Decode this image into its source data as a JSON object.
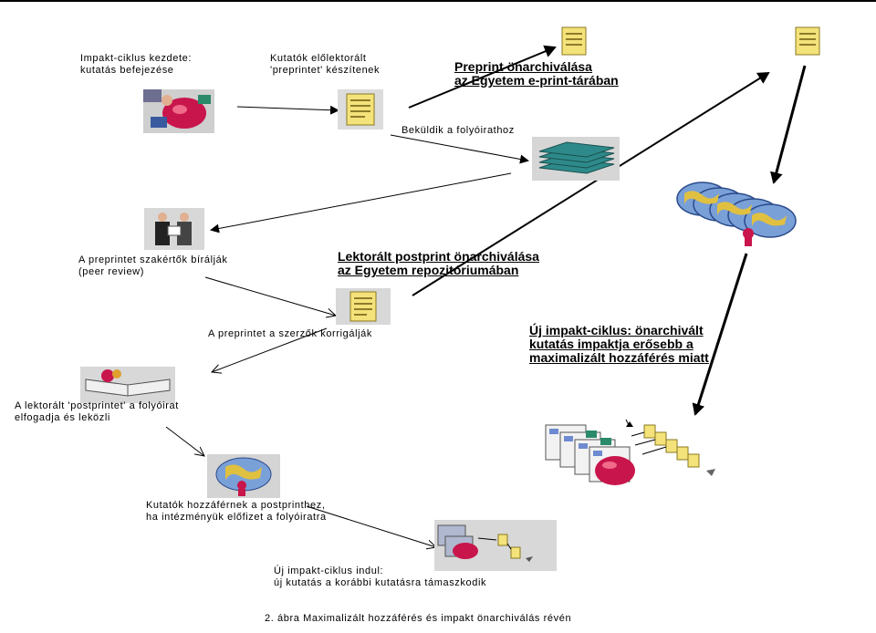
{
  "labels": {
    "start": "Impakt-ciklus kezdete:\nkutatás befejezése",
    "researchers": "Kutatók előlektorált\n'preprintet' készítenek",
    "submit": "Beküldik a folyóirathoz",
    "review": "A preprintet szakértők bírálják\n(peer review)",
    "correct": "A preprintet a szerzők korrigálják",
    "accept": "A lektorált 'postprintet' a folyóirat\nelfogadja és leközli",
    "access": "Kutatók hozzáférnek a postprinthez,\nha intézményük előfizet a folyóiratra",
    "newcycle": "Új impakt-ciklus indul:\núj kutatás a korábbi kutatásra támaszkodik"
  },
  "headings": {
    "preprint": "Preprint önarchiválása\naz Egyetem e-print-tárában",
    "postprint": "Lektorált postprint önarchiválása\naz Egyetem repozitóriumában",
    "impact": "Új impakt-ciklus: önarchivált\nkutatás impaktja erősebb a\nmaximalizált hozzáférés miatt"
  },
  "caption": "2. ábra Maximalizált hozzáférés és impakt önarchiválás révén",
  "icons": [
    "researcher-lab-icon",
    "document-icon",
    "paper-stack-icon",
    "reviewers-icon",
    "book-icon",
    "globe-icon",
    "impact-chain-icon"
  ]
}
